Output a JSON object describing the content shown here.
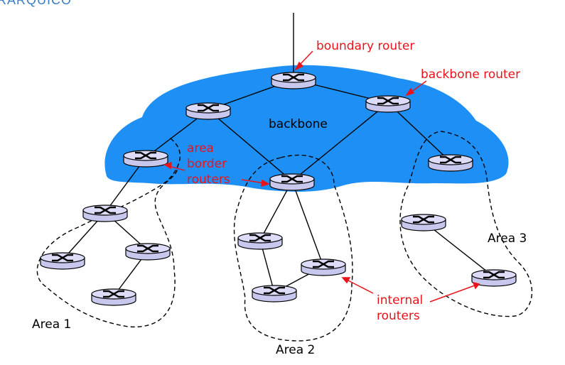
{
  "header_fragment": "RARQUICO",
  "labels": {
    "boundary_router": "boundary router",
    "backbone_router": "backbone router",
    "backbone": "backbone",
    "area_border_routers": [
      "area",
      "border",
      "routers"
    ],
    "internal_routers": [
      "internal",
      "routers"
    ],
    "area1": "Area 1",
    "area2": "Area 2",
    "area3": "Area 3"
  },
  "colors": {
    "backbone_fill": "#1e90f5",
    "annotation": "#e8141b",
    "router_fill": "#d6d6f5"
  }
}
